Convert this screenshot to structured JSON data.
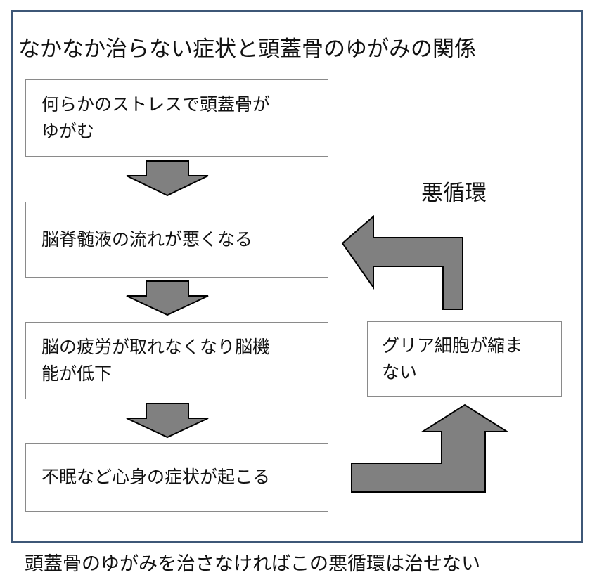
{
  "title": "なかなか治らない症状と頭蓋骨のゆがみの関係",
  "steps": [
    {
      "line1": "何らかのストレスで頭蓋骨が",
      "line2": "ゆがむ"
    },
    {
      "line1": "脳脊髄液の流れが悪くなる",
      "line2": ""
    },
    {
      "line1": "脳の疲労が取れなくなり脳機",
      "line2": "能が低下"
    },
    {
      "line1": "不眠など心身の症状が起こる",
      "line2": ""
    }
  ],
  "side_box": {
    "line1": "グリア細胞が縮ま",
    "line2": "ない"
  },
  "cycle_label": "悪循環",
  "footer": "頭蓋骨のゆがみを治さなければこの悪循環は治せない",
  "colors": {
    "frame_border": "#3d5777",
    "arrow_fill": "#808080",
    "arrow_stroke": "#000000",
    "box_border": "#8a8a8a"
  }
}
